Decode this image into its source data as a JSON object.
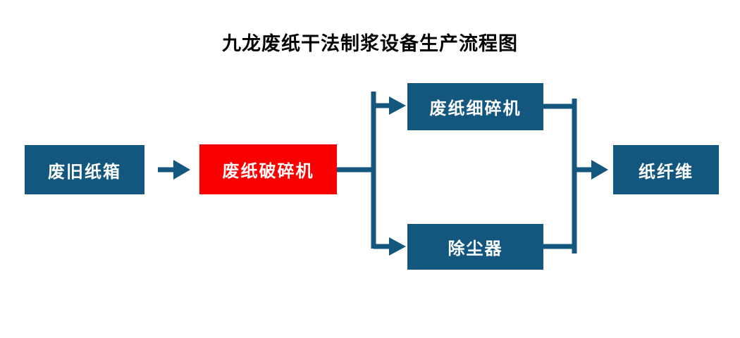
{
  "diagram": {
    "title": "九龙废纸干法制浆设备生产流程图",
    "nodes": [
      {
        "id": "waste-cardboard",
        "label": "废旧纸箱",
        "color": "#14577E"
      },
      {
        "id": "paper-crusher",
        "label": "废纸破碎机",
        "color": "#FB0000"
      },
      {
        "id": "fine-crusher",
        "label": "废纸细碎机",
        "color": "#14577E"
      },
      {
        "id": "dust-collector",
        "label": "除尘器",
        "color": "#14577E"
      },
      {
        "id": "paper-fiber",
        "label": "纸纤维",
        "color": "#14577E"
      }
    ],
    "edges": [
      {
        "from": "waste-cardboard",
        "to": "paper-crusher"
      },
      {
        "from": "paper-crusher",
        "to": "fine-crusher"
      },
      {
        "from": "paper-crusher",
        "to": "dust-collector"
      },
      {
        "from": "fine-crusher",
        "to": "paper-fiber"
      },
      {
        "from": "dust-collector",
        "to": "paper-fiber"
      }
    ],
    "colors": {
      "node-blue": "#14577E",
      "node-red": "#FB0000",
      "connector": "#14577E",
      "label-text": "#FFFFFF",
      "title": "#000000",
      "page-bg": "#FFFFFF"
    }
  }
}
